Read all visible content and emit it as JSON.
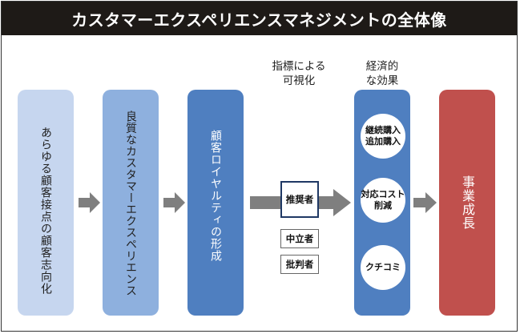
{
  "title": "カスタマーエクスペリエンスマネジメントの全体像",
  "stages": [
    {
      "label": "あらゆる顧客接点の顧客志向化"
    },
    {
      "label": "良質なカスタマーエクスペリエンス"
    },
    {
      "label": "顧客ロイヤルティの形成"
    }
  ],
  "indicators": {
    "heading_line1": "指標による",
    "heading_line2": "可視化",
    "items": [
      "推奨者",
      "中立者",
      "批判者"
    ]
  },
  "economic": {
    "heading_line1": "経済的",
    "heading_line2": "な効果",
    "effects": [
      {
        "line1": "継続購入",
        "line2": "追加購入"
      },
      {
        "line1": "対応コスト",
        "line2": "削減"
      },
      {
        "line1": "クチコミ",
        "line2": ""
      }
    ]
  },
  "result": {
    "label": "事業成長"
  },
  "colors": {
    "title_bg": "#1e1a17",
    "stage1": "#c6d6ef",
    "stage2": "#8eb0de",
    "stage3": "#4f7fc0",
    "result": "#c0504d",
    "arrow": "#7f7f7f"
  }
}
